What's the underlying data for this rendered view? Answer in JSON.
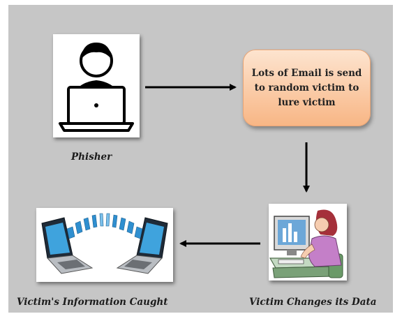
{
  "diagram": {
    "phisher_label": "Phisher",
    "email_text": "Lots of Email is send to random victim to lure victim",
    "victim_label": "Victim Changes its Data",
    "caught_label": "Victim's Information Caught"
  },
  "icons": [
    "user-laptop-icon",
    "woman-computer-icon",
    "laptop-file-transfer-icon"
  ],
  "colors": {
    "background": "#c6c6c6",
    "email_box": "#f8b685",
    "arrow": "#000000"
  }
}
